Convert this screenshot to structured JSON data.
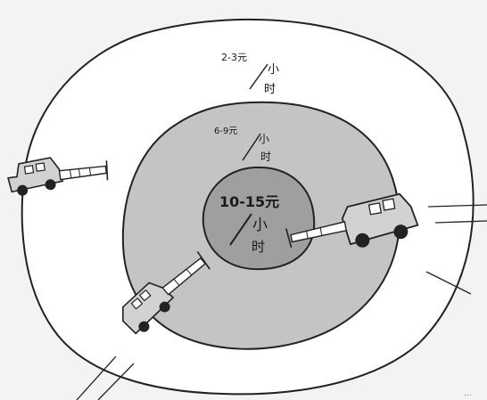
{
  "zones": [
    {
      "price": "2-3元",
      "unit_top": "小",
      "unit_bottom": "时",
      "fill": "#ffffff"
    },
    {
      "price": "6-9元",
      "unit_top": "小",
      "unit_bottom": "时",
      "fill": "#c4c4c4"
    },
    {
      "price": "10-15元",
      "unit_top": "小",
      "unit_bottom": "时",
      "fill": "#9f9f9f"
    }
  ],
  "colors": {
    "background": "#f3f3f3",
    "outline": "#222222",
    "truck_body": "#d2d2d2"
  }
}
